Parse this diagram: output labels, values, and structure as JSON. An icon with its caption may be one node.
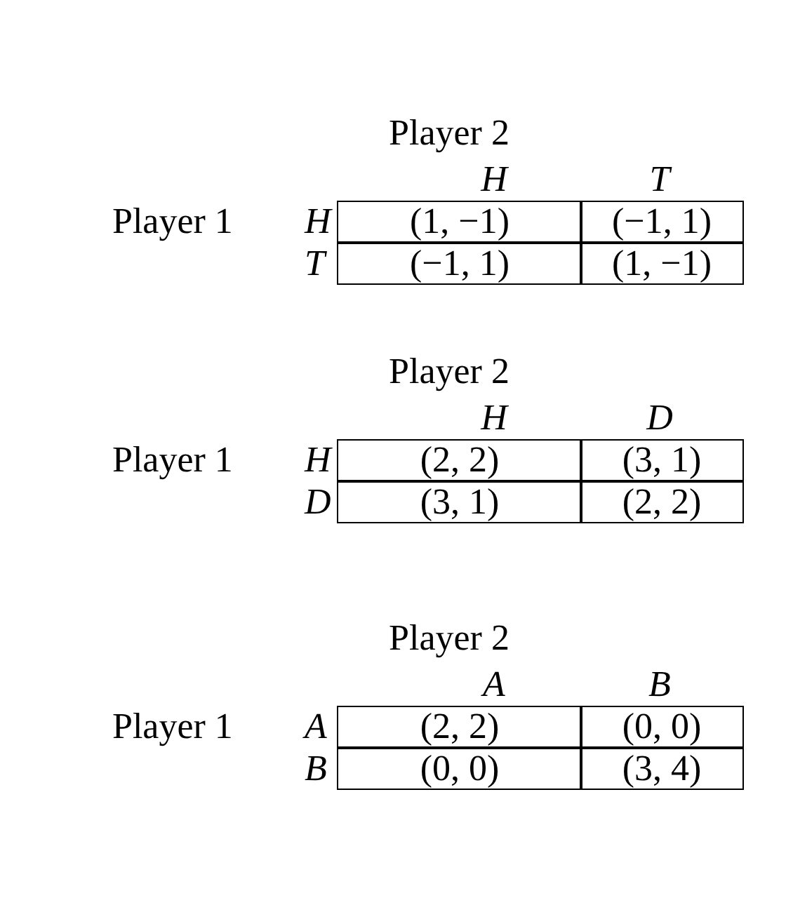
{
  "diagram": {
    "labels": [
      "Player 2",
      "H",
      "T",
      "Player 1",
      "H",
      "(1, −1)",
      "(−1, 1)",
      "T",
      "(−1, 1)",
      "(1, −1)",
      "Player 2",
      "H",
      "D",
      "Player 1",
      "H",
      "(2, 2)",
      "(3, 1)",
      "D",
      "(3, 1)",
      "(2, 2)",
      "Player 2",
      "A",
      "B",
      "Player 1",
      "A",
      "(2, 2)",
      "(0, 0)",
      "B",
      "(0, 0)",
      "(3, 4)"
    ]
  }
}
